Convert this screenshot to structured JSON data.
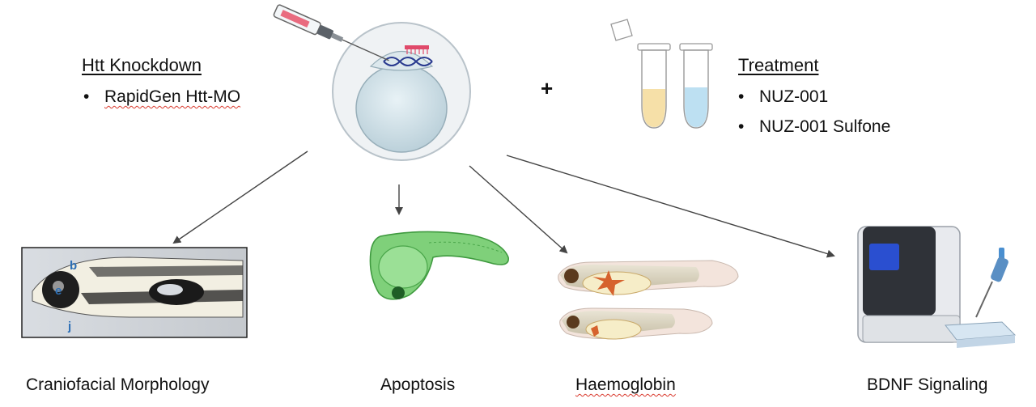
{
  "knockdown": {
    "title": "Htt Knockdown",
    "items": [
      "RapidGen Htt-MO"
    ]
  },
  "plus_sign": "+",
  "treatment": {
    "title": "Treatment",
    "items": [
      "NUZ-001",
      "NUZ-001 Sulfone"
    ]
  },
  "photo_labels": {
    "b": "b",
    "e": "e",
    "j": "j"
  },
  "captions": {
    "craniofacial": "Craniofacial Morphology",
    "apoptosis": "Apoptosis",
    "haemoglobin": "Haemoglobin",
    "bdnf": "BDNF Signaling"
  },
  "colors": {
    "arrow": "#444444",
    "embryo_green": "#7fd07a",
    "tube_yellow": "#f6e0a8",
    "tube_blue": "#bde0f2",
    "machine_screen": "#2a4fd0",
    "label_blue": "#2c6fb6"
  },
  "icons": [
    "syringe-icon",
    "egg-cell-icon",
    "dna-icon",
    "tube-icon",
    "zebrafish-icon",
    "pcr-machine-icon",
    "pipette-icon",
    "well-plate-icon"
  ]
}
